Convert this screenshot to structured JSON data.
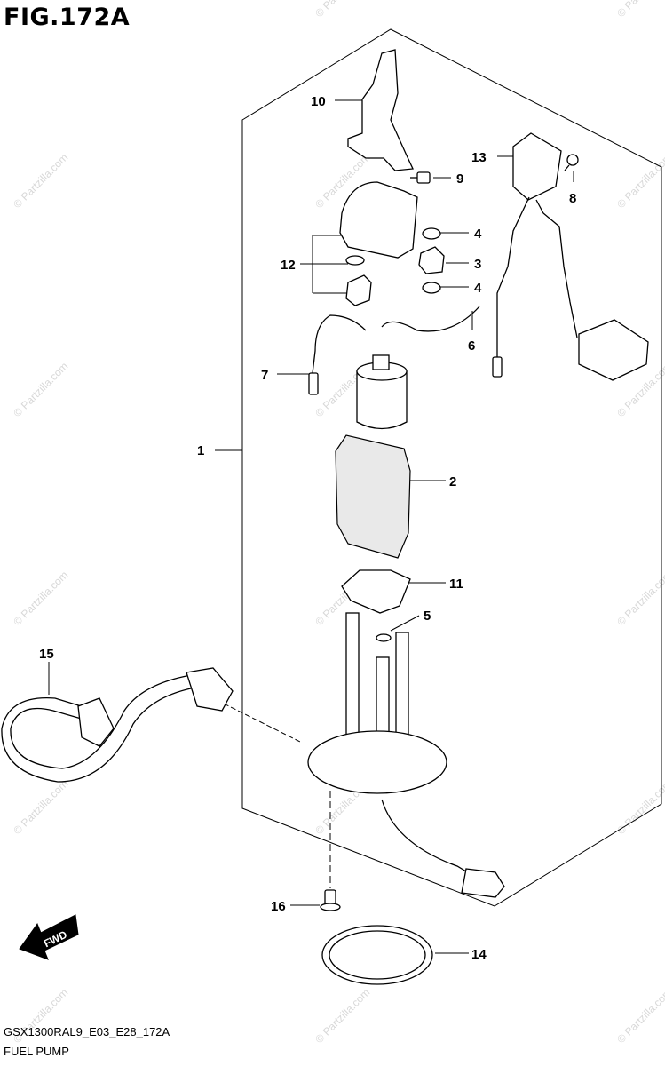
{
  "figure": {
    "title": "FIG.172A",
    "code": "GSX1300RAL9_E03_E28_172A",
    "name": "FUEL PUMP",
    "watermark": "© Partzilla.com",
    "direction_label": "FWD"
  },
  "callouts": [
    "1",
    "2",
    "3",
    "4",
    "4",
    "5",
    "6",
    "7",
    "8",
    "9",
    "10",
    "11",
    "12",
    "13",
    "14",
    "15",
    "16"
  ]
}
